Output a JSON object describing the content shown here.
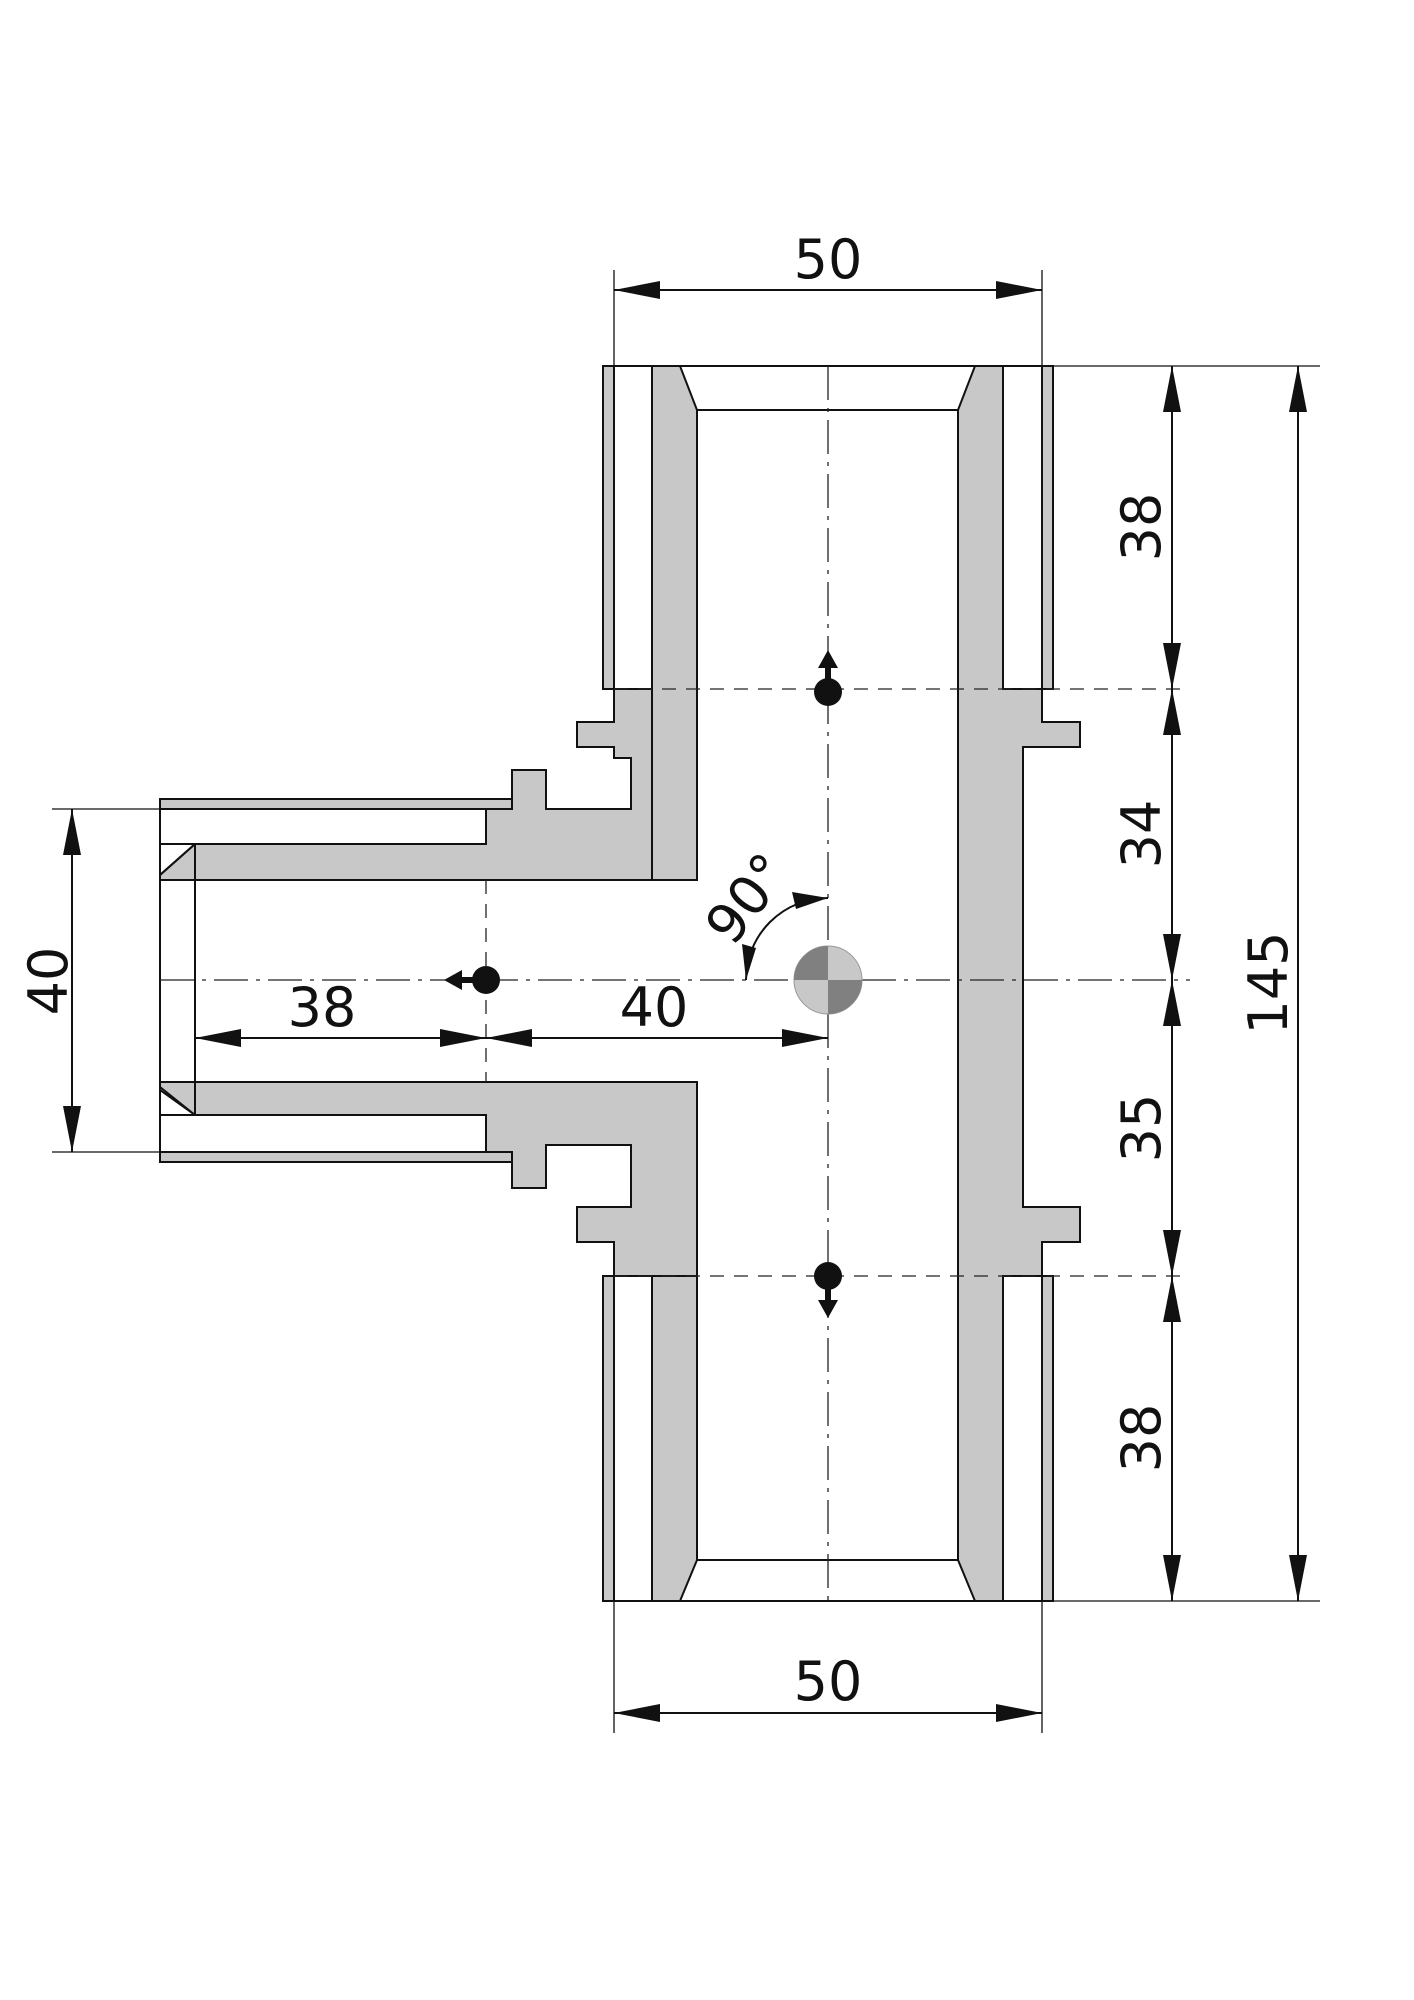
{
  "dimensions": {
    "top_width": "50",
    "bottom_width": "50",
    "right_top_socket": "38",
    "right_upper_mid": "34",
    "right_lower_mid": "35",
    "right_bottom_socket": "38",
    "overall_length": "145",
    "branch_diameter": "40",
    "branch_socket_depth": "38",
    "branch_to_center": "40",
    "branch_angle": "90°"
  },
  "colors": {
    "section_fill": "#c8c8c8",
    "line": "#111111",
    "center_mark_dark": "#808080",
    "center_mark_light": "#c8c8c8"
  },
  "icons": [
    "flow-direction-up-icon",
    "flow-direction-down-icon",
    "flow-direction-left-icon",
    "center-point-icon"
  ]
}
